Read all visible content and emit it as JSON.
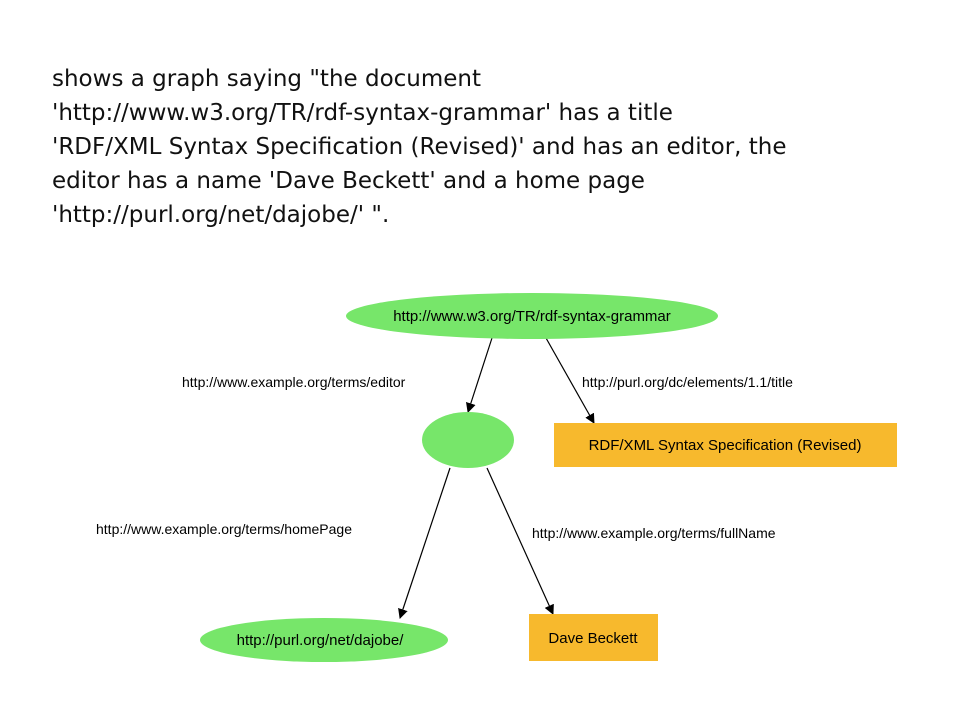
{
  "caption": {
    "lines": [
      "shows a graph saying \"the document",
      "'http://www.w3.org/TR/rdf-syntax-grammar' has a title",
      "'RDF/XML Syntax Specification (Revised)' and has an editor, the",
      "editor has a name 'Dave Beckett' and a home page",
      "'http://purl.org/net/dajobe/' \"."
    ]
  },
  "colors": {
    "resource_node": "#77e66a",
    "literal_node": "#f7b92d",
    "edge": "#000000"
  },
  "nodes": {
    "document": "http://www.w3.org/TR/rdf-syntax-grammar",
    "editor_blank": "",
    "title_literal": "RDF/XML Syntax Specification (Revised)",
    "homepage": "http://purl.org/net/dajobe/",
    "name_literal": "Dave Beckett"
  },
  "edges": {
    "editor": "http://www.example.org/terms/editor",
    "title": "http://purl.org/dc/elements/1.1/title",
    "homepage": "http://www.example.org/terms/homePage",
    "fullname": "http://www.example.org/terms/fullName"
  }
}
